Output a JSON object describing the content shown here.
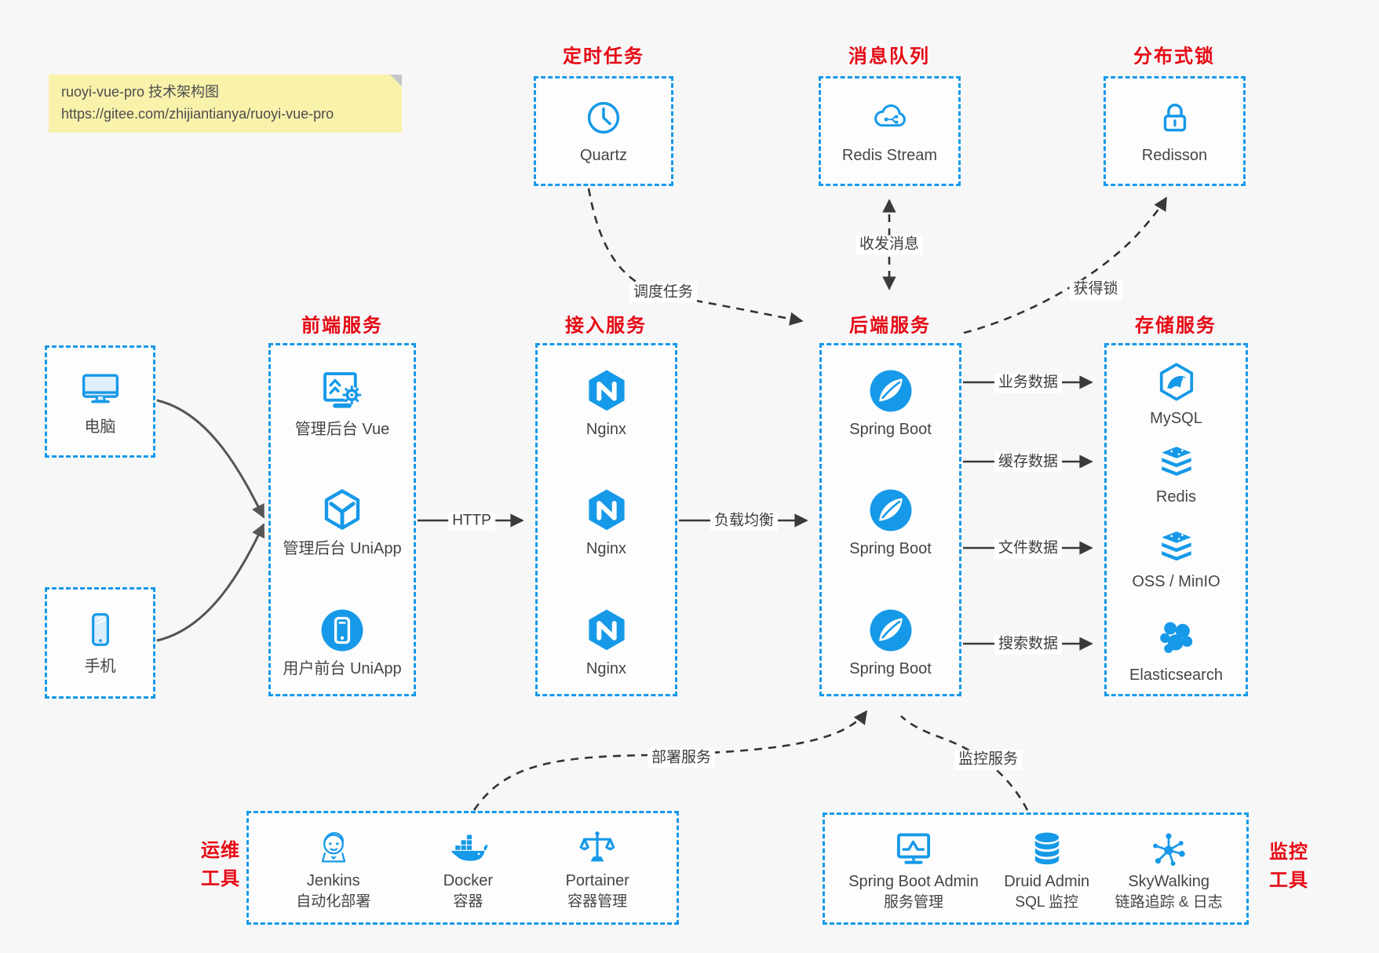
{
  "page": {
    "bg": "#f7f7f8",
    "accent_blue": "#1699e8",
    "title_red": "#e60914",
    "arrow_dark": "#3a3a3a"
  },
  "note": {
    "title": "ruoyi-vue-pro 技术架构图",
    "url": "https://gitee.com/zhijiantianya/ruoyi-vue-pro"
  },
  "top_groups": [
    {
      "title": "定时任务",
      "item": {
        "icon": "clock-icon",
        "label": "Quartz"
      }
    },
    {
      "title": "消息队列",
      "item": {
        "icon": "cloud-stream-icon",
        "label": "Redis Stream"
      }
    },
    {
      "title": "分布式锁",
      "item": {
        "icon": "lock-icon",
        "label": "Redisson"
      }
    }
  ],
  "clients": [
    {
      "icon": "desktop-icon",
      "label": "电脑"
    },
    {
      "icon": "phone-icon",
      "label": "手机"
    }
  ],
  "columns": [
    {
      "title": "前端服务",
      "items": [
        {
          "icon": "admin-vue-icon",
          "label": "管理后台 Vue"
        },
        {
          "icon": "uniapp-icon",
          "label": "管理后台 UniApp"
        },
        {
          "icon": "user-app-icon",
          "label": "用户前台 UniApp"
        }
      ]
    },
    {
      "title": "接入服务",
      "items": [
        {
          "icon": "nginx-icon",
          "label": "Nginx"
        },
        {
          "icon": "nginx-icon",
          "label": "Nginx"
        },
        {
          "icon": "nginx-icon",
          "label": "Nginx"
        }
      ]
    },
    {
      "title": "后端服务",
      "items": [
        {
          "icon": "spring-icon",
          "label": "Spring Boot"
        },
        {
          "icon": "spring-icon",
          "label": "Spring Boot"
        },
        {
          "icon": "spring-icon",
          "label": "Spring Boot"
        }
      ]
    },
    {
      "title": "存储服务",
      "items": [
        {
          "icon": "mysql-icon",
          "label": "MySQL"
        },
        {
          "icon": "redis-stack-icon",
          "label": "Redis"
        },
        {
          "icon": "redis-stack-icon",
          "label": "OSS / MinIO"
        },
        {
          "icon": "elasticsearch-icon",
          "label": "Elasticsearch"
        }
      ]
    }
  ],
  "bottom_groups": [
    {
      "title_line1": "运维",
      "title_line2": "工具",
      "items": [
        {
          "icon": "jenkins-icon",
          "label": "Jenkins",
          "sublabel": "自动化部署"
        },
        {
          "icon": "docker-icon",
          "label": "Docker",
          "sublabel": "容器"
        },
        {
          "icon": "portainer-icon",
          "label": "Portainer",
          "sublabel": "容器管理"
        }
      ]
    },
    {
      "title_line1": "监控",
      "title_line2": "工具",
      "items": [
        {
          "icon": "sba-icon",
          "label": "Spring Boot Admin",
          "sublabel": "服务管理"
        },
        {
          "icon": "druid-icon",
          "label": "Druid Admin",
          "sublabel": "SQL 监控"
        },
        {
          "icon": "skywalking-icon",
          "label": "SkyWalking",
          "sublabel": "链路追踪 & 日志"
        }
      ]
    }
  ],
  "edge_labels": {
    "http": "HTTP",
    "load_balance": "负载均衡",
    "business_data": "业务数据",
    "cache_data": "缓存数据",
    "file_data": "文件数据",
    "search_data": "搜索数据",
    "schedule_task": "调度任务",
    "send_receive_message": "收发消息",
    "acquire_lock": "获得锁",
    "deploy_service": "部署服务",
    "monitor_service": "监控服务"
  }
}
